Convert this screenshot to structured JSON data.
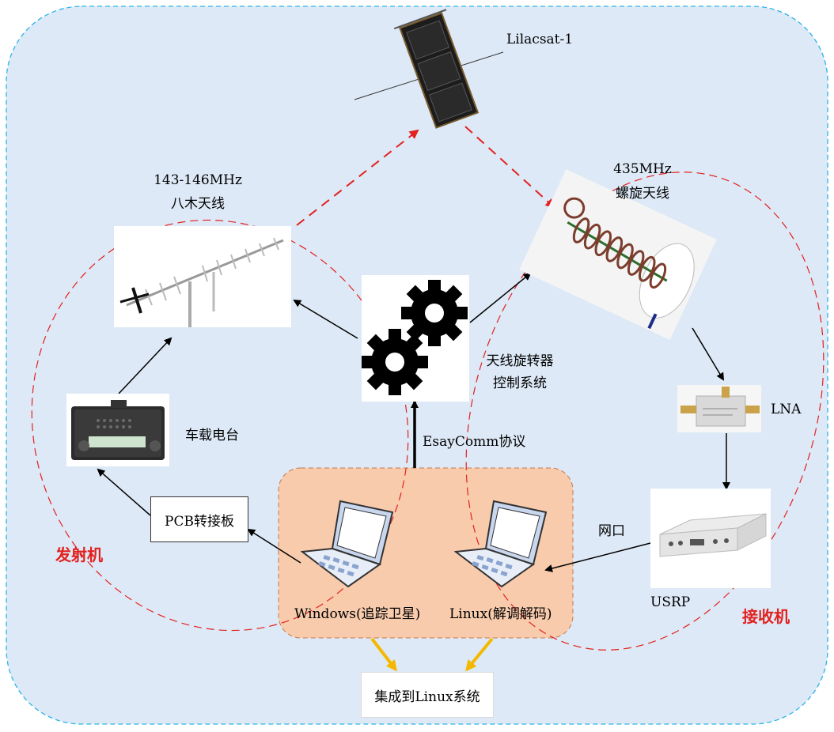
{
  "satellite": {
    "label": "Lilacsat-1"
  },
  "yagi": {
    "freq": "143-146MHz",
    "name": "八木天线"
  },
  "helix": {
    "freq": "435MHz",
    "name": "螺旋天线"
  },
  "controller": {
    "line1": "天线旋转器",
    "line2": "控制系统"
  },
  "protocol": {
    "label": "EsayComm协议"
  },
  "radio": {
    "label": "车载电台"
  },
  "pcb": {
    "label": "PCB转接板"
  },
  "lna": {
    "label": "LNA"
  },
  "usrp": {
    "label": "USRP"
  },
  "network": {
    "label": "网口"
  },
  "windows_pc": {
    "label": "Windows(追踪卫星)"
  },
  "linux_pc": {
    "label": "Linux(解调解码)"
  },
  "integrated": {
    "label": "集成到Linux系统"
  },
  "transmitter": {
    "label": "发射机"
  },
  "receiver": {
    "label": "接收机"
  },
  "colors": {
    "background": "#dde9f6",
    "frame": "#2db4e8",
    "pc_group": "#f8cbad",
    "red_dash": "#e3211f",
    "gold_arrow": "#f5b800",
    "gear": "#000000"
  }
}
